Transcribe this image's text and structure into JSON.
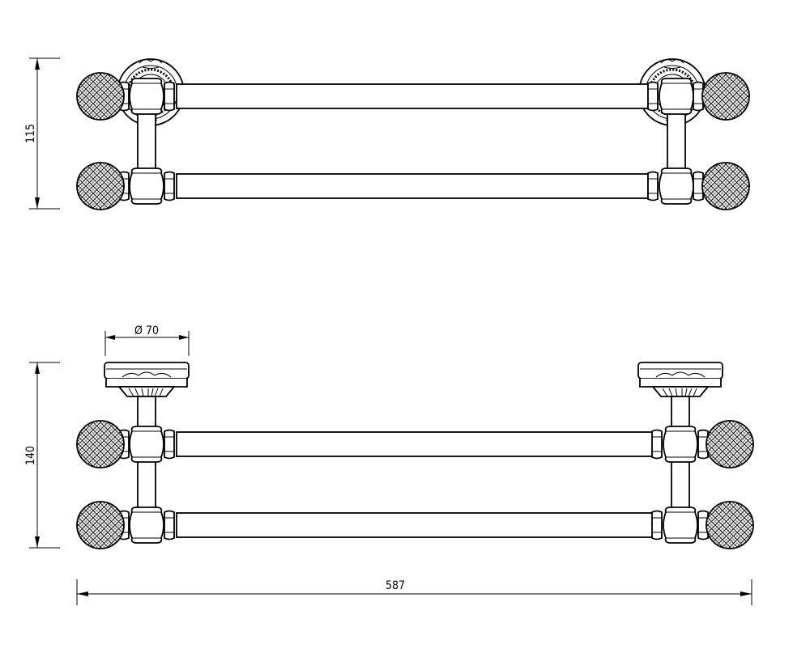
{
  "dimensions": {
    "top_height": "115",
    "bottom_height": "140",
    "diameter": "Ø 70",
    "total_width": "587"
  },
  "colors": {
    "line": "#000000",
    "background": "#ffffff"
  }
}
